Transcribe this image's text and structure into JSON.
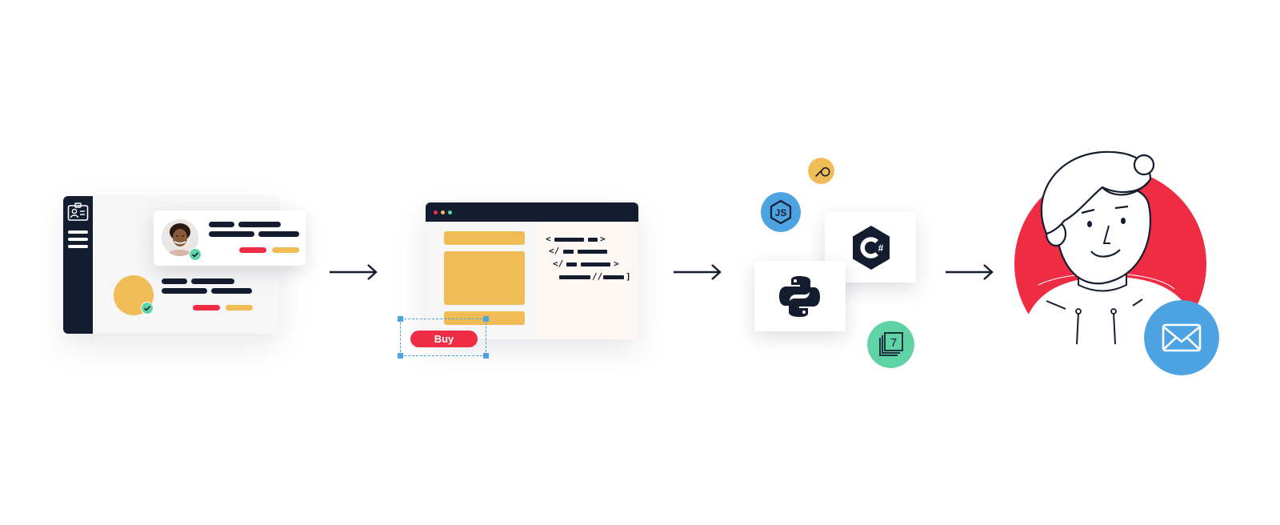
{
  "colors": {
    "navy": "#141d2f",
    "yellow": "#efbc56",
    "red": "#ee2d45",
    "blue": "#4da3e2",
    "green": "#5fd3a6",
    "white": "#ffffff"
  },
  "steps": [
    {
      "name": "identity",
      "icons": [
        "id-card-icon",
        "menu-icon",
        "avatar",
        "check-icon"
      ]
    },
    {
      "name": "builder",
      "button_label": "Buy",
      "icons": [
        "window-dots",
        "selection-handles"
      ]
    },
    {
      "name": "languages",
      "icons": [
        "nodejs-icon",
        "csharp-icon",
        "python-icon",
        "wrench-icon",
        "layers-7-icon"
      ]
    },
    {
      "name": "person",
      "icons": [
        "mail-icon"
      ]
    }
  ],
  "builder": {
    "button_label": "Buy",
    "code": {
      "l1": "<",
      "l1b": ">",
      "l2": "</",
      "l3": "</",
      "l3b": ">",
      "l4": "//",
      "l4b": "]"
    }
  },
  "languages": {
    "csharp_symbol": "C#",
    "js_symbol": "JS",
    "layers_number": "7"
  },
  "arrows": [
    "arrow-right-icon",
    "arrow-right-icon",
    "arrow-right-icon"
  ]
}
